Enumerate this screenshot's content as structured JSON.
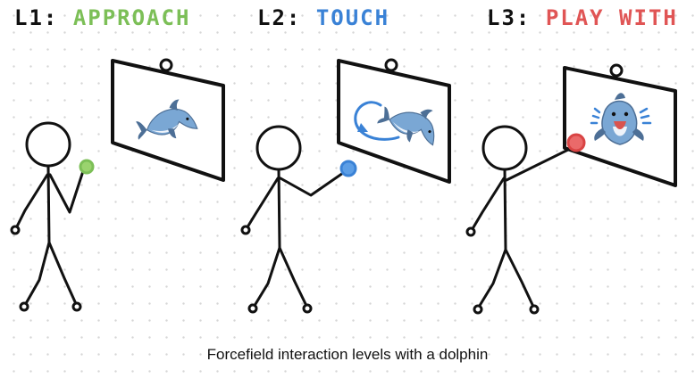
{
  "levels": [
    {
      "tag": "L1:",
      "action": "APPROACH",
      "color": "#7cbf57",
      "hand": "green-hand-marker",
      "screen": "dolphin-swimming"
    },
    {
      "tag": "L2:",
      "action": "TOUCH",
      "color": "#3a82d6",
      "hand": "blue-hand-marker",
      "screen": "dolphin-follows-circular-gesture"
    },
    {
      "tag": "L3:",
      "action": "PLAY WITH",
      "color": "#e05555",
      "hand": "red-hand-marker",
      "screen": "dolphin-happy"
    }
  ],
  "caption": "Forcefield interaction levels with a dolphin",
  "colors": {
    "ink": "#111111",
    "dolphin_light": "#7aa7d4",
    "dolphin_dark": "#4d6f96",
    "dolphin_belly": "#eef3fa"
  }
}
